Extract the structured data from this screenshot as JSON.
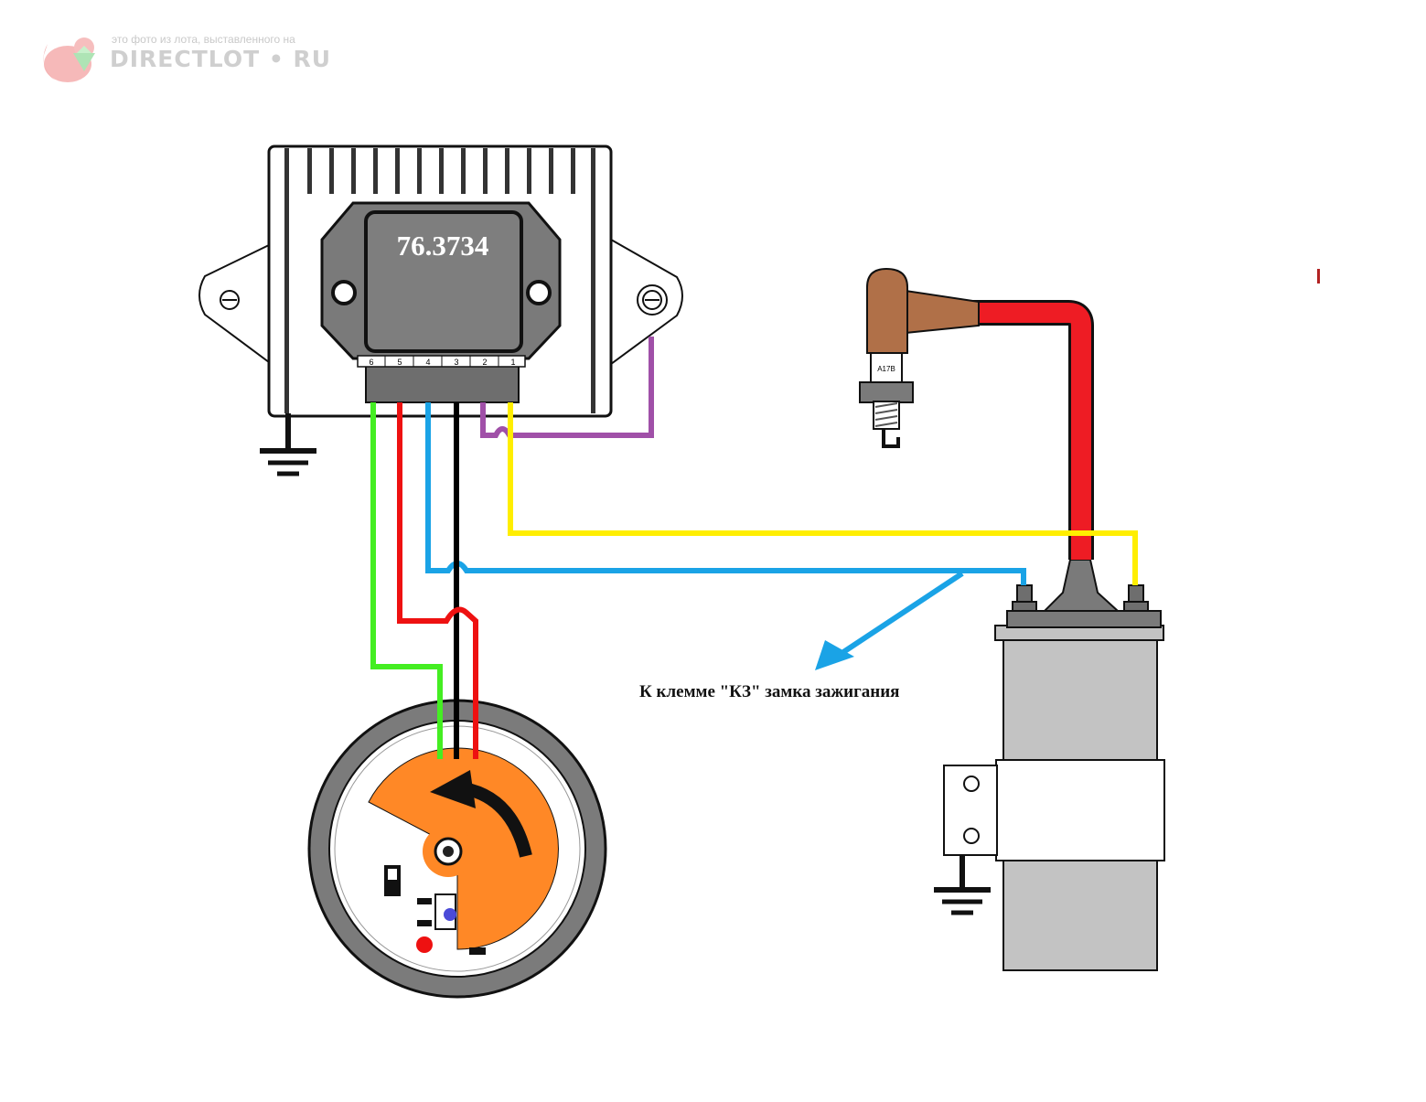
{
  "watermark": {
    "caption": "это фото из лота, выставленного на",
    "brand": "DIRECTLOT • RU"
  },
  "module": {
    "title": "76.3734",
    "pins": [
      "6",
      "5",
      "4",
      "3",
      "2",
      "1"
    ]
  },
  "spark_plug": {
    "marking": "A17B"
  },
  "annotation": {
    "text": "К клемме \"КЗ\" замка зажигания"
  },
  "colors": {
    "wire_green": "#44ee22",
    "wire_red": "#ee1111",
    "wire_blue": "#1aa3e6",
    "wire_black": "#000000",
    "wire_purple": "#a050a8",
    "wire_yellow": "#ffee00",
    "hv_lead": "#ee1c24",
    "plug_boot": "#b07048",
    "rotor": "#ff8826",
    "module_body": "#7a7a7a",
    "coil_body": "#c3c3c3"
  },
  "icons": [
    "squirrel-logo-icon",
    "ground-symbol-icon",
    "rotation-arrow-icon"
  ]
}
